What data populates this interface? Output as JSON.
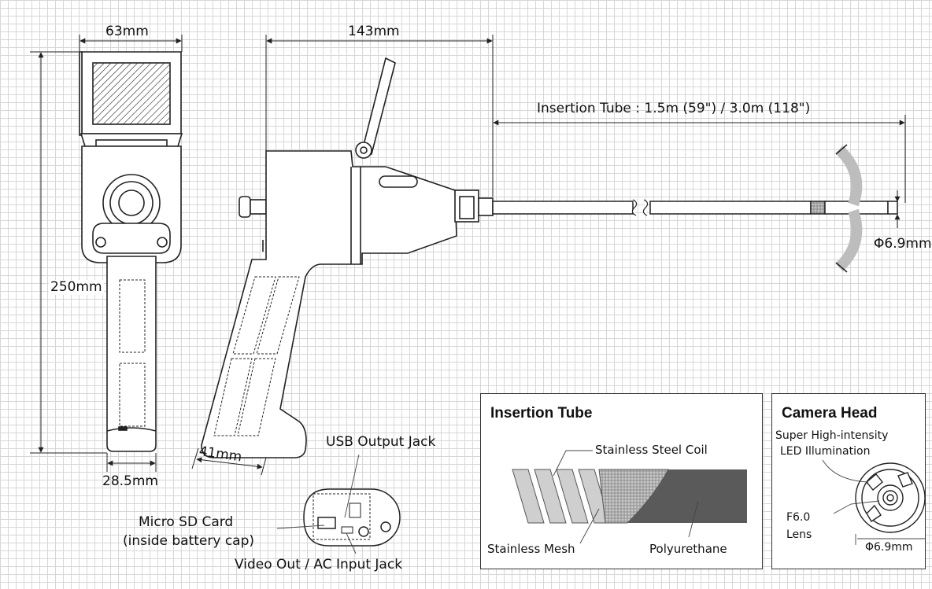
{
  "dimensions": {
    "front_width": "63mm",
    "side_length": "143mm",
    "insertion_tube": "Insertion Tube : 1.5m (59\") / 3.0m (118\")",
    "height": "250mm",
    "grip_depth": "41mm",
    "grip_width": "28.5mm",
    "tip_diameter": "Φ6.9mm"
  },
  "callouts": {
    "usb": "USB Output Jack",
    "microsd_line1": "Micro SD Card",
    "microsd_line2": "(inside battery cap)",
    "video": "Video Out / AC Input Jack"
  },
  "insertion_panel": {
    "title": "Insertion Tube",
    "coil": "Stainless Steel Coil",
    "mesh": "Stainless Mesh",
    "poly": "Polyurethane"
  },
  "camera_panel": {
    "title": "Camera Head",
    "led_line1": "Super High-intensity",
    "led_line2": "LED Illumination",
    "lens_line1": "F6.0",
    "lens_line2": "Lens",
    "diameter": "Φ6.9mm"
  }
}
